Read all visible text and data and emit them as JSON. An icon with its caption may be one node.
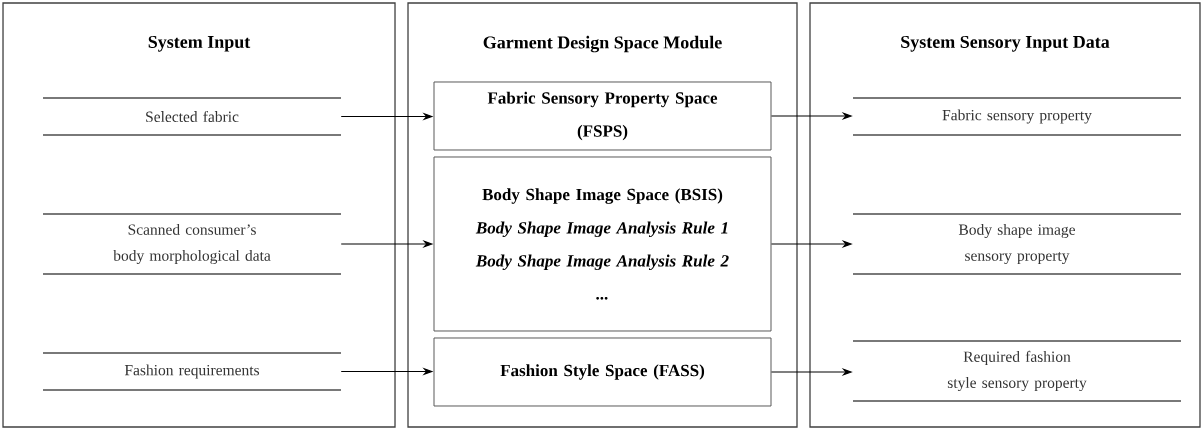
{
  "diagram": {
    "nodes": [
      {
        "text": [
          "System Input"
        ]
      },
      {
        "text": [
          "Selected fabric"
        ],
        "in": 0
      },
      {
        "text": [
          "Scanned consumer’s body morphological data"
        ],
        "in": 0
      },
      {
        "text": [
          "Fashion requirements"
        ],
        "in": 0
      },
      {
        "text": [
          "Garment Design Space Module"
        ]
      },
      {
        "text": [
          "Fabric Sensory Property Space (FSPS)"
        ],
        "in": 4
      },
      {
        "text": [
          "Body Shape Image Space (BSIS)",
          "Body Shape Image Analysis Rule 1",
          "Body Shape Image Analysis Rule 2",
          "..."
        ],
        "in": 4
      },
      {
        "text": [
          "Fashion Style Space (FASS)"
        ],
        "in": 4
      },
      {
        "text": [
          "System Sensory Input Data"
        ]
      },
      {
        "text": [
          "Fabric sensory property"
        ],
        "in": 8
      },
      {
        "text": [
          "Body shape image sensory property"
        ],
        "in": 8
      },
      {
        "text": [
          "Required fashion style sensory property"
        ],
        "in": 8
      }
    ],
    "edges": [
      {
        "from": 1,
        "to": 5,
        "arrow": "to"
      },
      {
        "from": 2,
        "to": 6,
        "arrow": "to"
      },
      {
        "from": 3,
        "to": 7,
        "arrow": "to"
      },
      {
        "from": 5,
        "to": 9,
        "arrow": "to"
      },
      {
        "from": 6,
        "to": 10,
        "arrow": "to"
      },
      {
        "from": 7,
        "to": 11,
        "arrow": "to"
      }
    ]
  }
}
